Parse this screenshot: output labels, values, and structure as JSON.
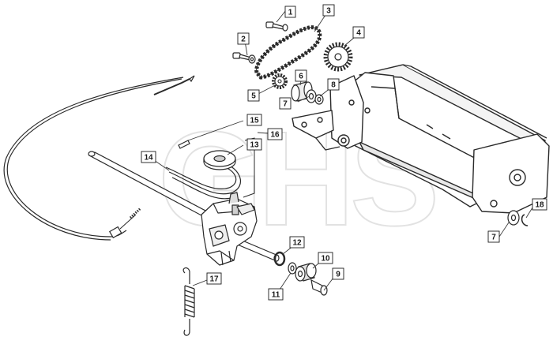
{
  "diagram": {
    "watermark_text": "GHS",
    "colors": {
      "ink": "#2a2a2a",
      "fill": "#ffffff",
      "shade": "#bdbdbd",
      "leader": "#3a3a3a",
      "box_stroke": "#1a1a1a",
      "watermark": "#e2e2e2"
    },
    "callouts": [
      {
        "key": "c1",
        "label": "1"
      },
      {
        "key": "c2",
        "label": "2"
      },
      {
        "key": "c3",
        "label": "3"
      },
      {
        "key": "c4",
        "label": "4"
      },
      {
        "key": "c5",
        "label": "5"
      },
      {
        "key": "c6",
        "label": "6"
      },
      {
        "key": "c7a",
        "label": "7"
      },
      {
        "key": "c8",
        "label": "8"
      },
      {
        "key": "c9",
        "label": "9"
      },
      {
        "key": "c10",
        "label": "10"
      },
      {
        "key": "c11",
        "label": "11"
      },
      {
        "key": "c12",
        "label": "12"
      },
      {
        "key": "c13",
        "label": "13"
      },
      {
        "key": "c14",
        "label": "14"
      },
      {
        "key": "c15",
        "label": "15"
      },
      {
        "key": "c16",
        "label": "16"
      },
      {
        "key": "c17",
        "label": "17"
      },
      {
        "key": "c18",
        "label": "18"
      },
      {
        "key": "c7b",
        "label": "7"
      }
    ]
  }
}
